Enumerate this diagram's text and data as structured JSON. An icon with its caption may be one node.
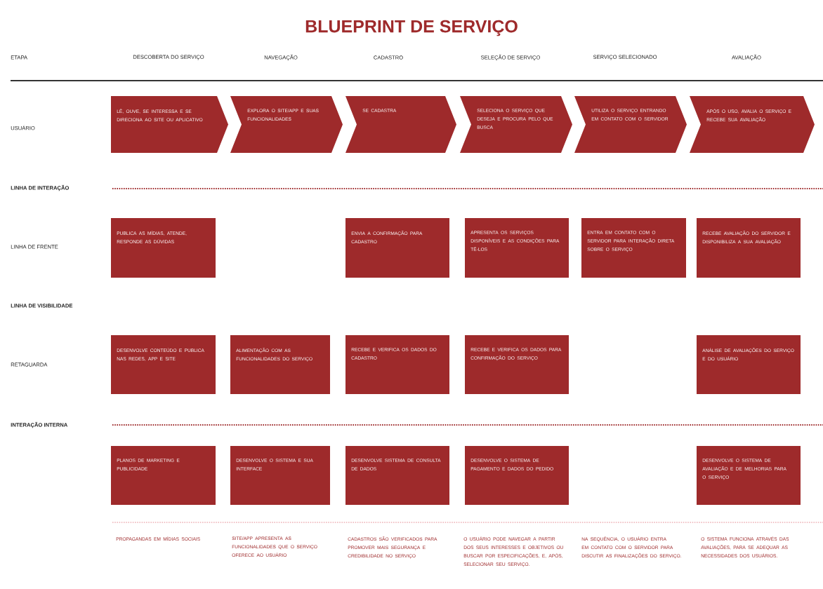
{
  "diagram": {
    "title": "BLUEPRINT DE SERVIÇO",
    "nodes": [
      {
        "text": [
          "LÊ, OUVE, SE INTERESSA E SE DIRECIONA AO SITE OU APLICATIVO"
        ]
      },
      {
        "text": [
          "EXPLORA O SITE/APP E SUAS FUNCIONALIDADES"
        ]
      },
      {
        "text": [
          "SE CADASTRA"
        ]
      },
      {
        "text": [
          "SELECIONA O SERVIÇO QUE DESEJA E PROCURA PELO QUE BUSCA"
        ]
      },
      {
        "text": [
          "UTILIZA O SERVIÇO ENTRANDO EM CONTATO COM O SERVIDOR"
        ]
      },
      {
        "text": [
          "APÓS O USO, AVALIA O SERVIÇO E RECEBE SUA AVALIAÇÃO"
        ]
      },
      {
        "text": [
          "PUBLICA AS MÍDIAS, ATENDE, RESPONDE AS DÚVIDAS"
        ]
      },
      {
        "text": [
          "ENVIA A CONFIRMAÇÃO PARA CADASTRO"
        ]
      },
      {
        "text": [
          "APRESENTA OS SERVIÇOS DISPONÍVEIS E AS CONDIÇÕES PARA TÊ-LOS"
        ]
      },
      {
        "text": [
          "ENTRA EM CONTATO COM O SERVIDOR PARA INTERAÇÃO DIRETA SOBRE O SERVIÇO"
        ]
      },
      {
        "text": [
          "RECEBE AVALIAÇÃO DO SERVIDOR E DISPONIBILIZA A SUA AVALIAÇÃO"
        ]
      },
      {
        "text": [
          "DESENVOLVE CONTEÚDO E PUBLICA NAS REDES, APP E SITE"
        ]
      },
      {
        "text": [
          "ALIMENTAÇÃO COM AS FUNCIONALIDADES DO SERVIÇO"
        ]
      },
      {
        "text": [
          "RECEBE E VERIFICA OS DADOS DO CADASTRO"
        ]
      },
      {
        "text": [
          "RECEBE E VERIFICA OS DADOS PARA CONFIRMAÇÃO DO SERVIÇO"
        ]
      },
      {
        "text": [
          "ANÁLISE DE AVALIAÇÕES DO SERVIÇO E DO USUÁRIO"
        ]
      },
      {
        "text": [
          "PLANOS DE MARKETING E PUBLICIDADE"
        ]
      },
      {
        "text": [
          "DESENVOLVE O SISTEMA E SUA INTERFACE"
        ]
      },
      {
        "text": [
          "DESENVOLVE SISTEMA DE CONSULTA DE DADOS"
        ]
      },
      {
        "text": [
          "DESENVOLVE O SISTEMA DE PAGAMENTO E DADOS DO PEDIDO"
        ]
      },
      {
        "text": [
          "DESENVOLVE O SISTEMA DE AVALIAÇÃO E DE MELHORIAS PARA O SERVIÇO"
        ]
      }
    ],
    "labels": [
      "ETAPA",
      "DESCOBERTA DO SERVIÇO",
      "NAVEGAÇÃO",
      "CADASTRO",
      "SELEÇÃO DE SERVIÇO",
      "SERVIÇO SELECIONADO",
      "AVALIAÇÃO",
      "USUÁRIO",
      "LINHA DE INTERAÇÃO",
      "LINHA DE FRENTE",
      "LINHA DE VISIBILIDADE",
      "RETAGUARDA",
      "INTERAÇÃO INTERNA",
      "PROPAGANDAS EM MÍDIAS SOCIAIS",
      "SITE/APP APRESENTA AS FUNCIONALIDADES QUE O SERVIÇO OFERECE AO USUÁRIO",
      "CADASTROS SÃO VERIFICADOS PARA PROMOVER MAIS SEGURANÇA E CREDIBILIDADE NO SERVIÇO",
      "O USUÁRIO PODE NAVEGAR A PARTIR DOS SEUS INTERESSES E OBJETIVOS OU BUSCAR POR ESPECIFICAÇÕES, E, APÓS, SELECIONAR SEU SERVIÇO.",
      "NA SEQUÊNCIA, O USUÁRIO ENTRA EM CONTATO COM O SERVIDOR PARA DISCUTIR AS FINALIZAÇÕES DO SERVIÇO.",
      "O SISTEMA FUNCIONA ATRAVÉS DAS AVALIAÇÕES, PARA SE ADEQUAR AS NECESSIDADES DOS USUÁRIOS."
    ]
  }
}
